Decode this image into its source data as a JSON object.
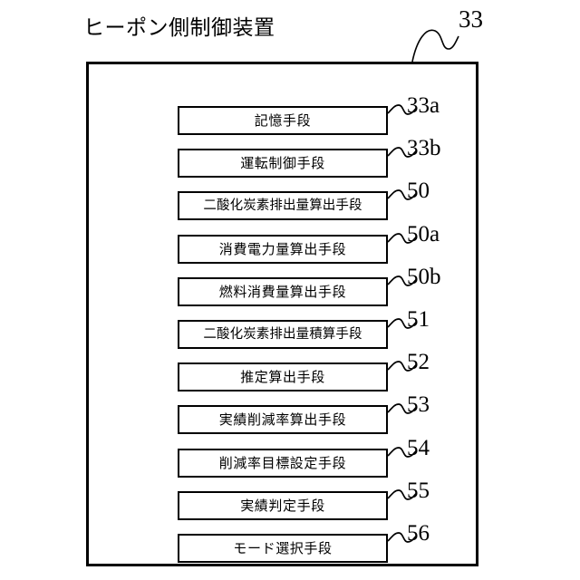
{
  "figure": {
    "title": "ヒーポン側制御装置",
    "title_ref": "33",
    "frame": {
      "ref": "33"
    },
    "blocks": [
      {
        "label": "記憶手段",
        "ref": "33a"
      },
      {
        "label": "運転制御手段",
        "ref": "33b"
      },
      {
        "label": "二酸化炭素排出量算出手段",
        "ref": "50"
      },
      {
        "label": "消費電力量算出手段",
        "ref": "50a"
      },
      {
        "label": "燃料消費量算出手段",
        "ref": "50b"
      },
      {
        "label": "二酸化炭素排出量積算手段",
        "ref": "51"
      },
      {
        "label": "推定算出手段",
        "ref": "52"
      },
      {
        "label": "実績削減率算出手段",
        "ref": "53"
      },
      {
        "label": "削減率目標設定手段",
        "ref": "54"
      },
      {
        "label": "実績判定手段",
        "ref": "55"
      },
      {
        "label": "モード選択手段",
        "ref": "56"
      }
    ],
    "colors": {
      "line": "#000000",
      "background": "#ffffff"
    }
  }
}
